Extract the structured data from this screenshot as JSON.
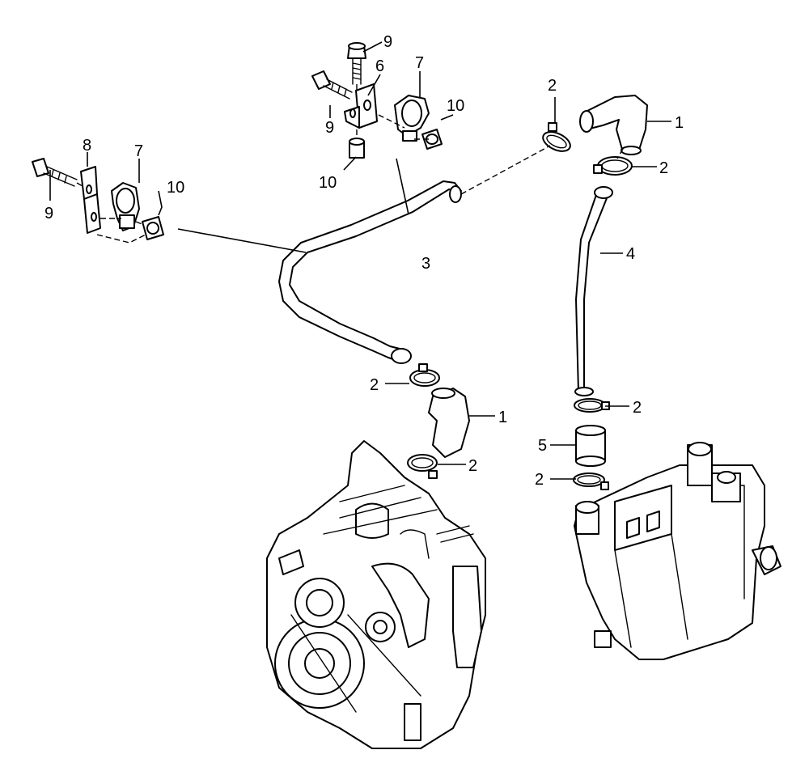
{
  "callouts": {
    "hose_top_right": "1",
    "hose_center": "1",
    "clamp_top": "2",
    "clamp_upper_right": "2",
    "clamp_mid_left": "2",
    "clamp_lower_mid": "2",
    "clamp_right_a": "2",
    "clamp_right_b": "2",
    "pipe_main": "3",
    "pipe_vertical": "4",
    "sleeve": "5",
    "bracket_top": "6",
    "clip_top": "7",
    "clip_left": "7",
    "bracket_left": "8",
    "bolt_top_a": "9",
    "bolt_top_b": "9",
    "bolt_left": "9",
    "nut_top_a": "10",
    "nut_top_b": "10",
    "nut_left": "10"
  }
}
